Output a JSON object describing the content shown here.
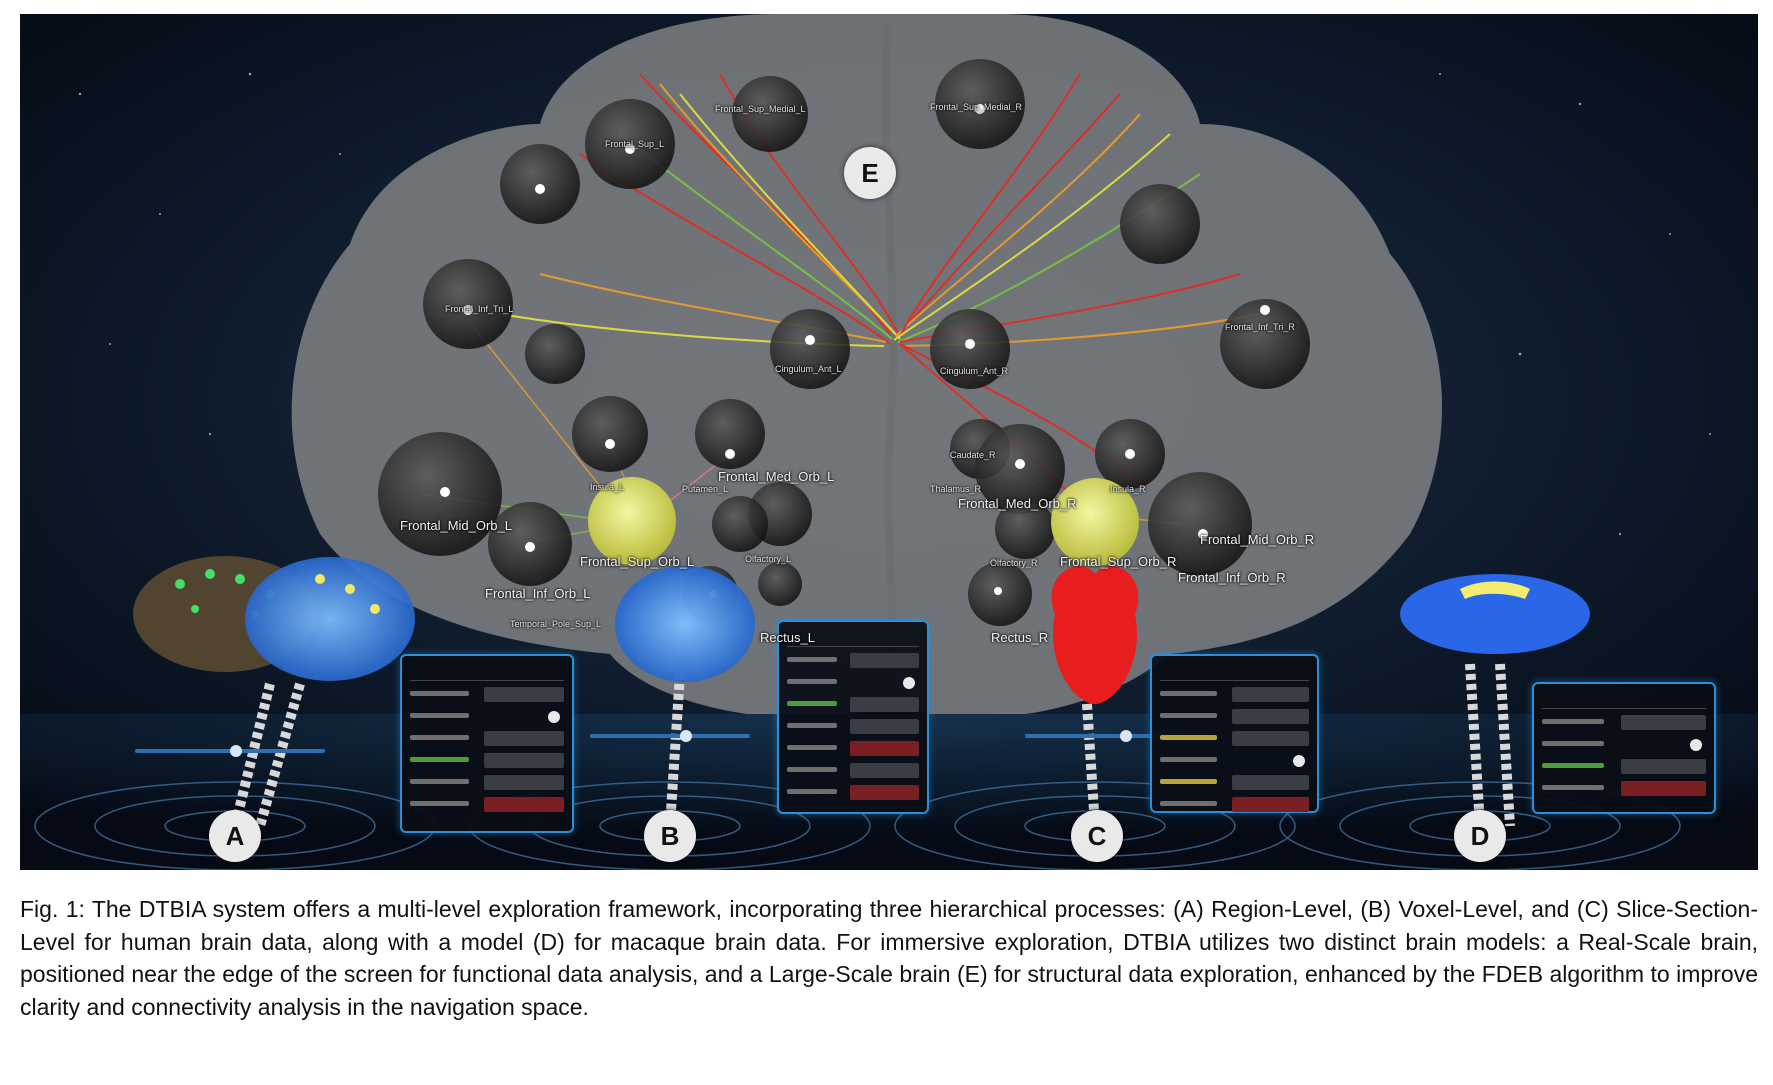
{
  "figure": {
    "markers": [
      "E",
      "A",
      "B",
      "C",
      "D"
    ],
    "region_labels_large": [
      "Frontal_Med_Orb_L",
      "Frontal_Mid_Orb_L",
      "Frontal_Sup_Orb_L",
      "Frontal_Inf_Orb_L",
      "Frontal_Med_Orb_R",
      "Frontal_Mid_Orb_R",
      "Frontal_Sup_Orb_R",
      "Frontal_Inf_Orb_R",
      "Rectus_L",
      "Rectus_R"
    ],
    "region_labels_small": [
      "Frontal_Sup_Medial_L",
      "Frontal_Sup_Medial_R",
      "Frontal_Sup_L",
      "Frontal_Inf_Tri_L",
      "Frontal_Inf_Tri_R",
      "Cingulum_Ant_L",
      "Cingulum_Ant_R",
      "Putamen_L",
      "Caudate_R",
      "Insula_L",
      "Insula_R",
      "Olfactory_L",
      "Olfactory_R",
      "Temporal_Pole_Sup_L",
      "Thalamus_R"
    ],
    "colors": {
      "background": "#07101c",
      "brain_shell": "#8a8a8a",
      "fiber_red": "#e8281c",
      "fiber_orange": "#f0a028",
      "fiber_yellow": "#e6e63a",
      "fiber_green": "#78c83c",
      "highlight_node": "#e6e86a",
      "panel_border": "#2e8fd8",
      "voxel_brain": "#3c8cf0",
      "slice_red": "#e81e1e"
    }
  },
  "caption": "Fig. 1: The DTBIA system offers a multi-level exploration framework, incorporating three hierarchical processes: (A) Region-Level, (B) Voxel-Level, and (C) Slice-Section-Level for human brain data, along with a model (D) for macaque brain data. For immersive exploration, DTBIA utilizes two distinct brain models: a Real-Scale brain, positioned near the edge of the screen for functional data analysis, and a Large-Scale brain (E) for structural data exploration, enhanced by the FDEB algorithm to improve clarity and connectivity analysis in the navigation space."
}
